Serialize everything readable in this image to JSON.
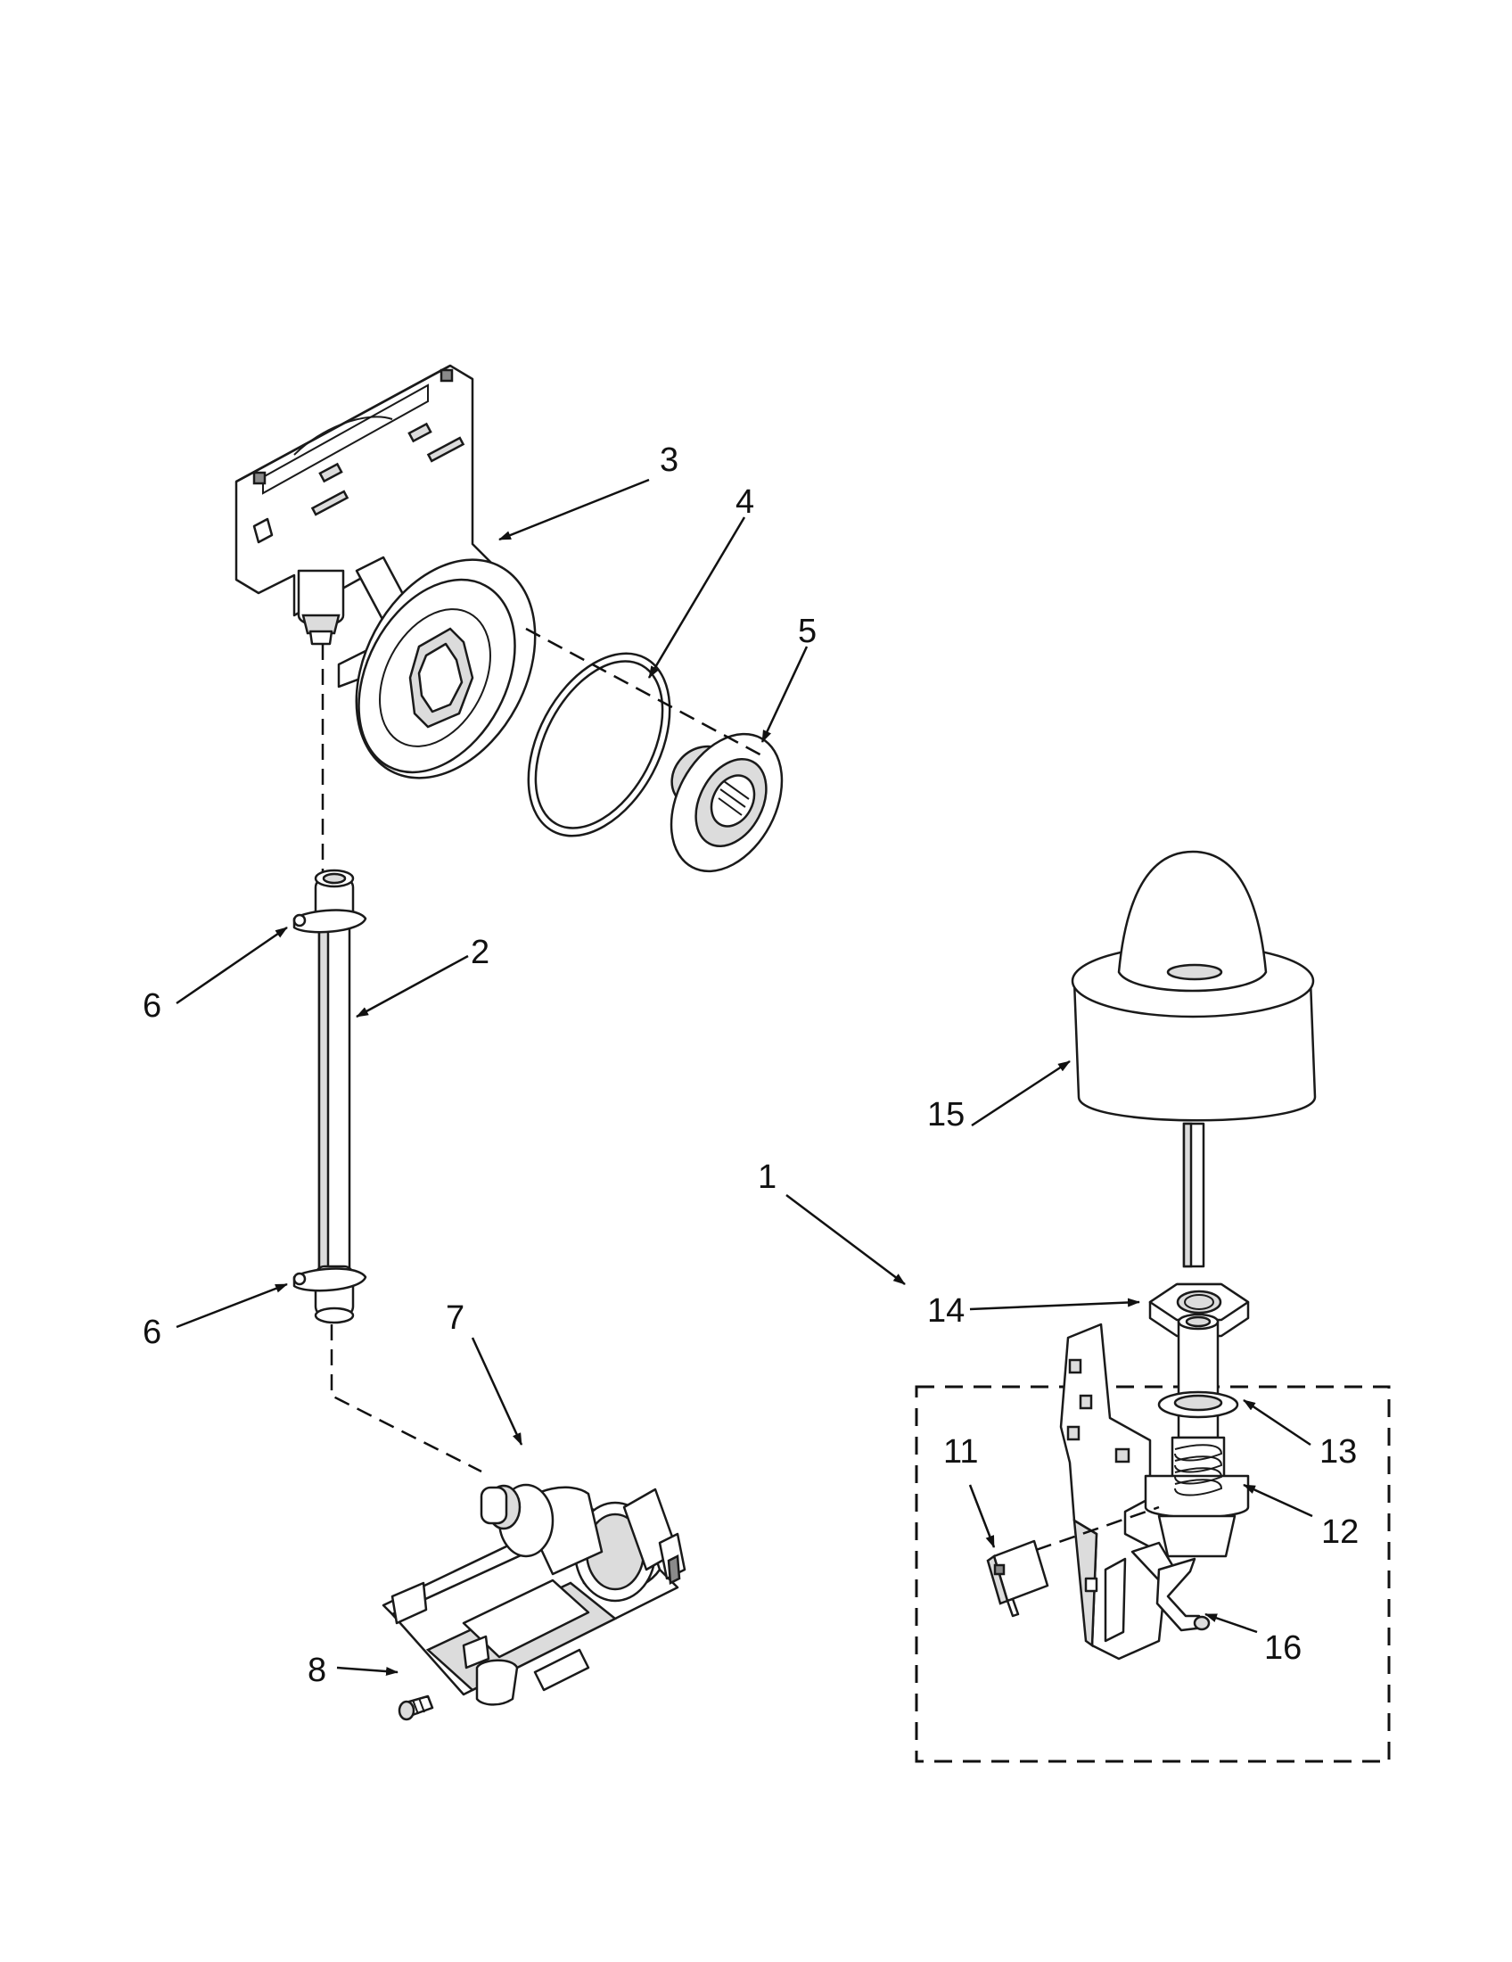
{
  "diagram": {
    "colors": {
      "ink": "#111111",
      "shade": "#dcdcdc",
      "dark": "#8a8a8a",
      "paper": "#ffffff"
    },
    "callouts": [
      {
        "id": "1",
        "label": "1"
      },
      {
        "id": "2",
        "label": "2"
      },
      {
        "id": "3",
        "label": "3"
      },
      {
        "id": "4",
        "label": "4"
      },
      {
        "id": "5",
        "label": "5"
      },
      {
        "id": "6a",
        "label": "6"
      },
      {
        "id": "6b",
        "label": "6"
      },
      {
        "id": "7",
        "label": "7"
      },
      {
        "id": "8",
        "label": "8"
      },
      {
        "id": "11",
        "label": "11"
      },
      {
        "id": "12",
        "label": "12"
      },
      {
        "id": "13",
        "label": "13"
      },
      {
        "id": "14",
        "label": "14"
      },
      {
        "id": "15",
        "label": "15"
      },
      {
        "id": "16",
        "label": "16"
      }
    ]
  }
}
